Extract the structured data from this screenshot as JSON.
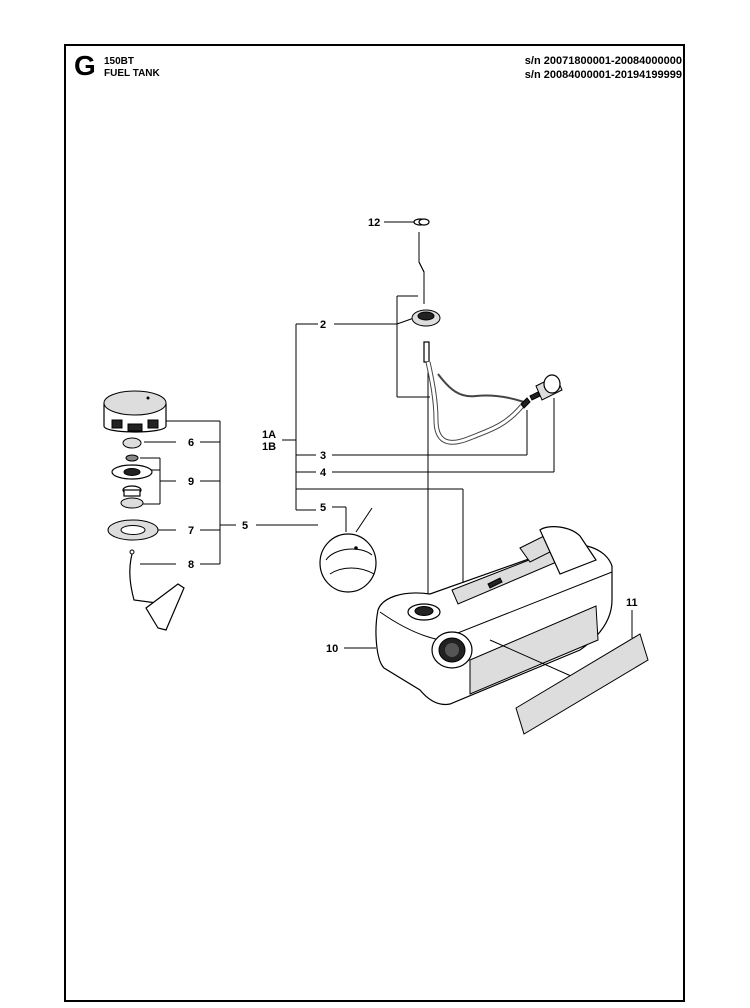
{
  "header": {
    "section_letter": "G",
    "model": "150BT",
    "title": "FUEL TANK",
    "serial_ranges": [
      "s/n 20071800001-20084000000",
      "s/n 20084000001-20194199999"
    ]
  },
  "callouts": {
    "c12": "12",
    "c2": "2",
    "c1a": "1A",
    "c1b": "1B",
    "c3": "3",
    "c4": "4",
    "c5_tank": "5",
    "c5_cap": "5",
    "c6": "6",
    "c9": "9",
    "c7": "7",
    "c8": "8",
    "c10": "10",
    "c11": "11"
  }
}
